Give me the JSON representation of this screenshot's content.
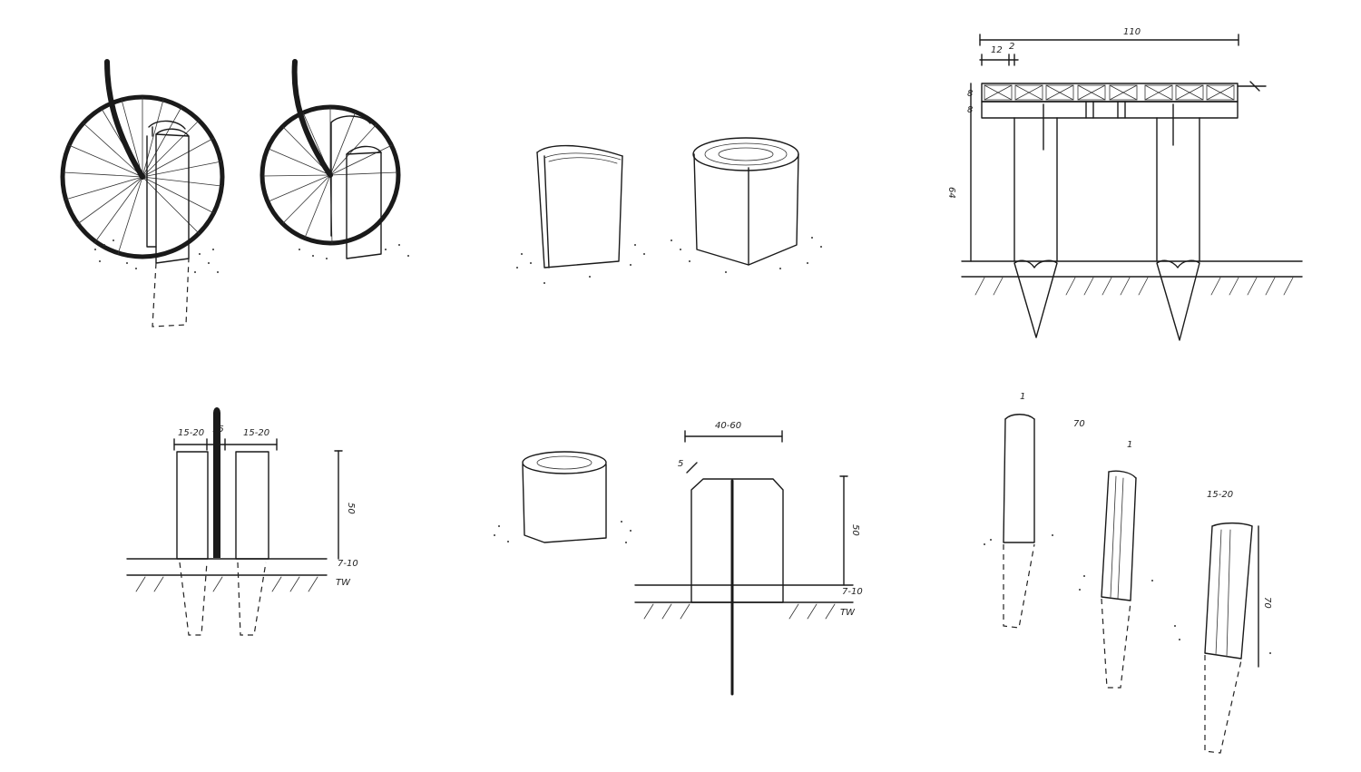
{
  "sketches": {
    "bench": {
      "width": "110",
      "slat": "12",
      "gap": "2",
      "row1": "8",
      "row2": "8",
      "height": "64"
    },
    "posts": {
      "left": "15-20",
      "mid": "15",
      "right": "15-20",
      "height": "50",
      "depth": "7-10",
      "ground": "TW"
    },
    "stump": {
      "width": "40-60",
      "chamfer": "5",
      "height": "50",
      "depth": "7-10",
      "ground": "TW"
    },
    "stakes": {
      "a": "1",
      "a_height": "70",
      "b": "1",
      "c_width": "15-20",
      "c_height": "70"
    }
  }
}
